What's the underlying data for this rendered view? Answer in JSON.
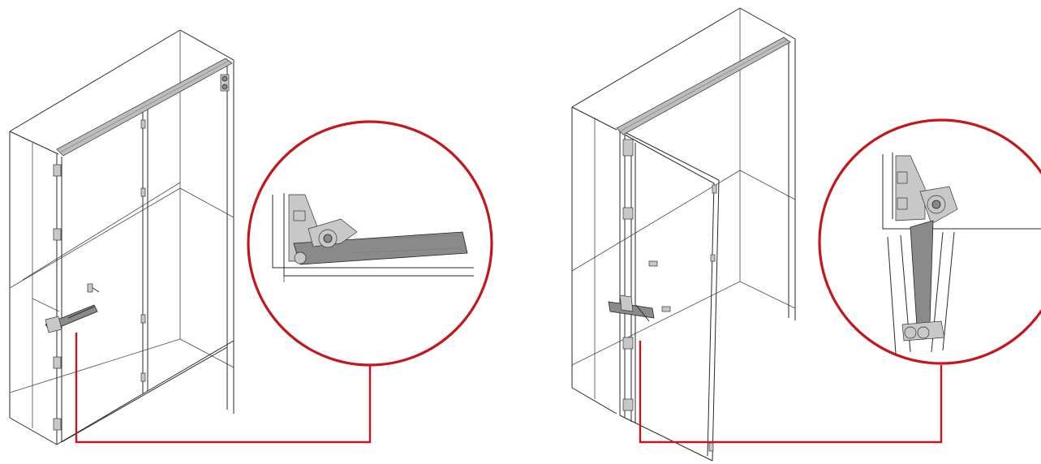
{
  "figure": {
    "panels": [
      {
        "id": "closed",
        "view": "cabinet-with-doors-closed",
        "detail": "hinge-mechanism-closed-position"
      },
      {
        "id": "open",
        "view": "cabinet-with-door-opened",
        "detail": "hinge-mechanism-open-position"
      }
    ],
    "colors": {
      "line": "#2a2a2a",
      "callout": "#c4161c",
      "rail": "#bdbdbd",
      "hardware": "#8a8a8a",
      "background": "#ffffff"
    }
  }
}
